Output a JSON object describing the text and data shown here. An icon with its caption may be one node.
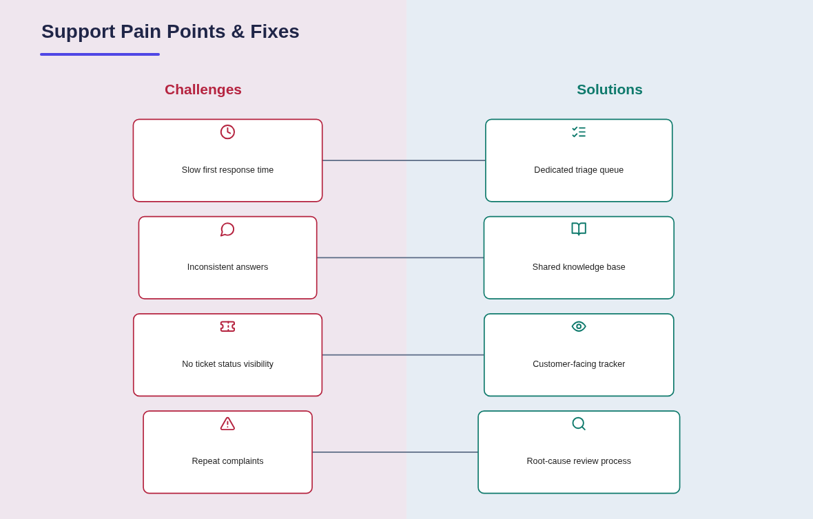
{
  "diagram": {
    "title": "Support Pain Points & Fixes",
    "nodes": [
      {
        "text": [
          "Slow first response time"
        ]
      },
      {
        "text": [
          "Inconsistent answers"
        ]
      },
      {
        "text": [
          "No ticket status visibility"
        ]
      },
      {
        "text": [
          "Repeat complaints"
        ]
      },
      {
        "text": [
          "Dedicated triage queue"
        ]
      },
      {
        "text": [
          "Shared knowledge base"
        ]
      },
      {
        "text": [
          "Customer-facing tracker"
        ]
      },
      {
        "text": [
          "Root-cause review process"
        ]
      }
    ],
    "edges": [
      {
        "from": 0,
        "to": 4,
        "arrow": "none"
      },
      {
        "from": 1,
        "to": 5,
        "arrow": "none"
      },
      {
        "from": 2,
        "to": 6,
        "arrow": "none"
      },
      {
        "from": 3,
        "to": 7,
        "arrow": "none"
      }
    ],
    "labels": [
      "Challenges",
      "Solutions"
    ]
  }
}
